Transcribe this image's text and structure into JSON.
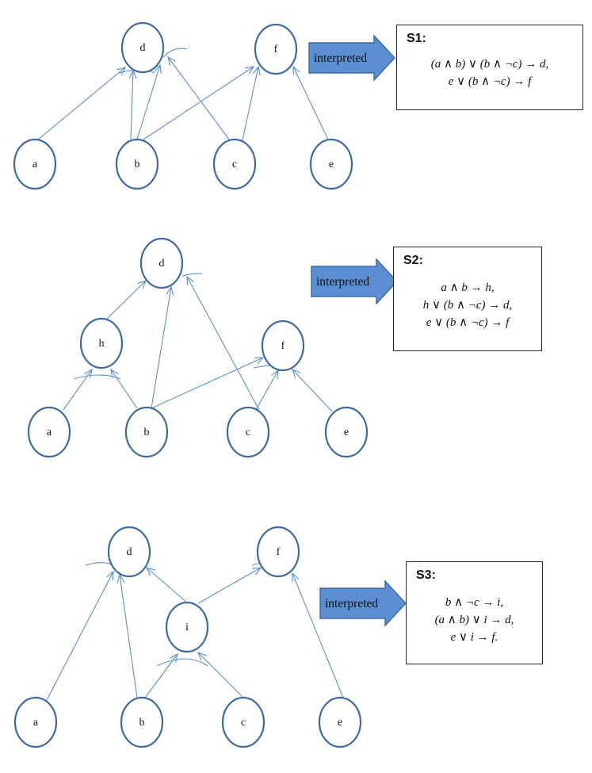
{
  "diagrams": [
    {
      "id": "s1",
      "nodes": [
        {
          "id": "d",
          "label": "d"
        },
        {
          "id": "f",
          "label": "f"
        },
        {
          "id": "a",
          "label": "a"
        },
        {
          "id": "b",
          "label": "b"
        },
        {
          "id": "c",
          "label": "c"
        },
        {
          "id": "e",
          "label": "e"
        }
      ],
      "edges": [
        {
          "from": "a",
          "to": "d"
        },
        {
          "from": "b",
          "to": "d"
        },
        {
          "from": "b",
          "to": "d"
        },
        {
          "from": "c",
          "to": "d"
        },
        {
          "from": "b",
          "to": "f"
        },
        {
          "from": "c",
          "to": "f"
        },
        {
          "from": "e",
          "to": "f"
        }
      ],
      "interpreted_label": "interpreted",
      "rule_set": {
        "title": "S1:",
        "lines": [
          "(a ∧ b) ∨ (b ∧ ¬c) → d,",
          "e ∨ (b ∧ ¬c) → f"
        ]
      }
    },
    {
      "id": "s2",
      "nodes": [
        {
          "id": "d",
          "label": "d"
        },
        {
          "id": "h",
          "label": "h"
        },
        {
          "id": "f",
          "label": "f"
        },
        {
          "id": "a",
          "label": "a"
        },
        {
          "id": "b",
          "label": "b"
        },
        {
          "id": "c",
          "label": "c"
        },
        {
          "id": "e",
          "label": "e"
        }
      ],
      "edges": [
        {
          "from": "a",
          "to": "h"
        },
        {
          "from": "b",
          "to": "h"
        },
        {
          "from": "h",
          "to": "d"
        },
        {
          "from": "b",
          "to": "d"
        },
        {
          "from": "c",
          "to": "d"
        },
        {
          "from": "b",
          "to": "f"
        },
        {
          "from": "c",
          "to": "f"
        },
        {
          "from": "e",
          "to": "f"
        }
      ],
      "interpreted_label": "interpreted",
      "rule_set": {
        "title": "S2:",
        "lines": [
          "a ∧ b → h,",
          "h ∨ (b ∧ ¬c) → d,",
          "e ∨ (b ∧ ¬c) → f"
        ]
      }
    },
    {
      "id": "s3",
      "nodes": [
        {
          "id": "d",
          "label": "d"
        },
        {
          "id": "f",
          "label": "f"
        },
        {
          "id": "i",
          "label": "i"
        },
        {
          "id": "a",
          "label": "a"
        },
        {
          "id": "b",
          "label": "b"
        },
        {
          "id": "c",
          "label": "c"
        },
        {
          "id": "e",
          "label": "e"
        }
      ],
      "edges": [
        {
          "from": "a",
          "to": "d"
        },
        {
          "from": "b",
          "to": "d"
        },
        {
          "from": "i",
          "to": "d"
        },
        {
          "from": "i",
          "to": "f"
        },
        {
          "from": "b",
          "to": "i"
        },
        {
          "from": "c",
          "to": "i"
        },
        {
          "from": "e",
          "to": "f"
        }
      ],
      "interpreted_label": "interpreted",
      "rule_set": {
        "title": "S3:",
        "lines": [
          "b ∧ ¬c → i,",
          "(a ∧ b) ∨ i → d,",
          "e ∨ i → f."
        ]
      }
    }
  ],
  "colors": {
    "node_stroke": "#3f6aa0",
    "edge": "#5b8fcf",
    "interpreted_arrow_fill": "#5b8fd2",
    "box_border": "#222222"
  }
}
